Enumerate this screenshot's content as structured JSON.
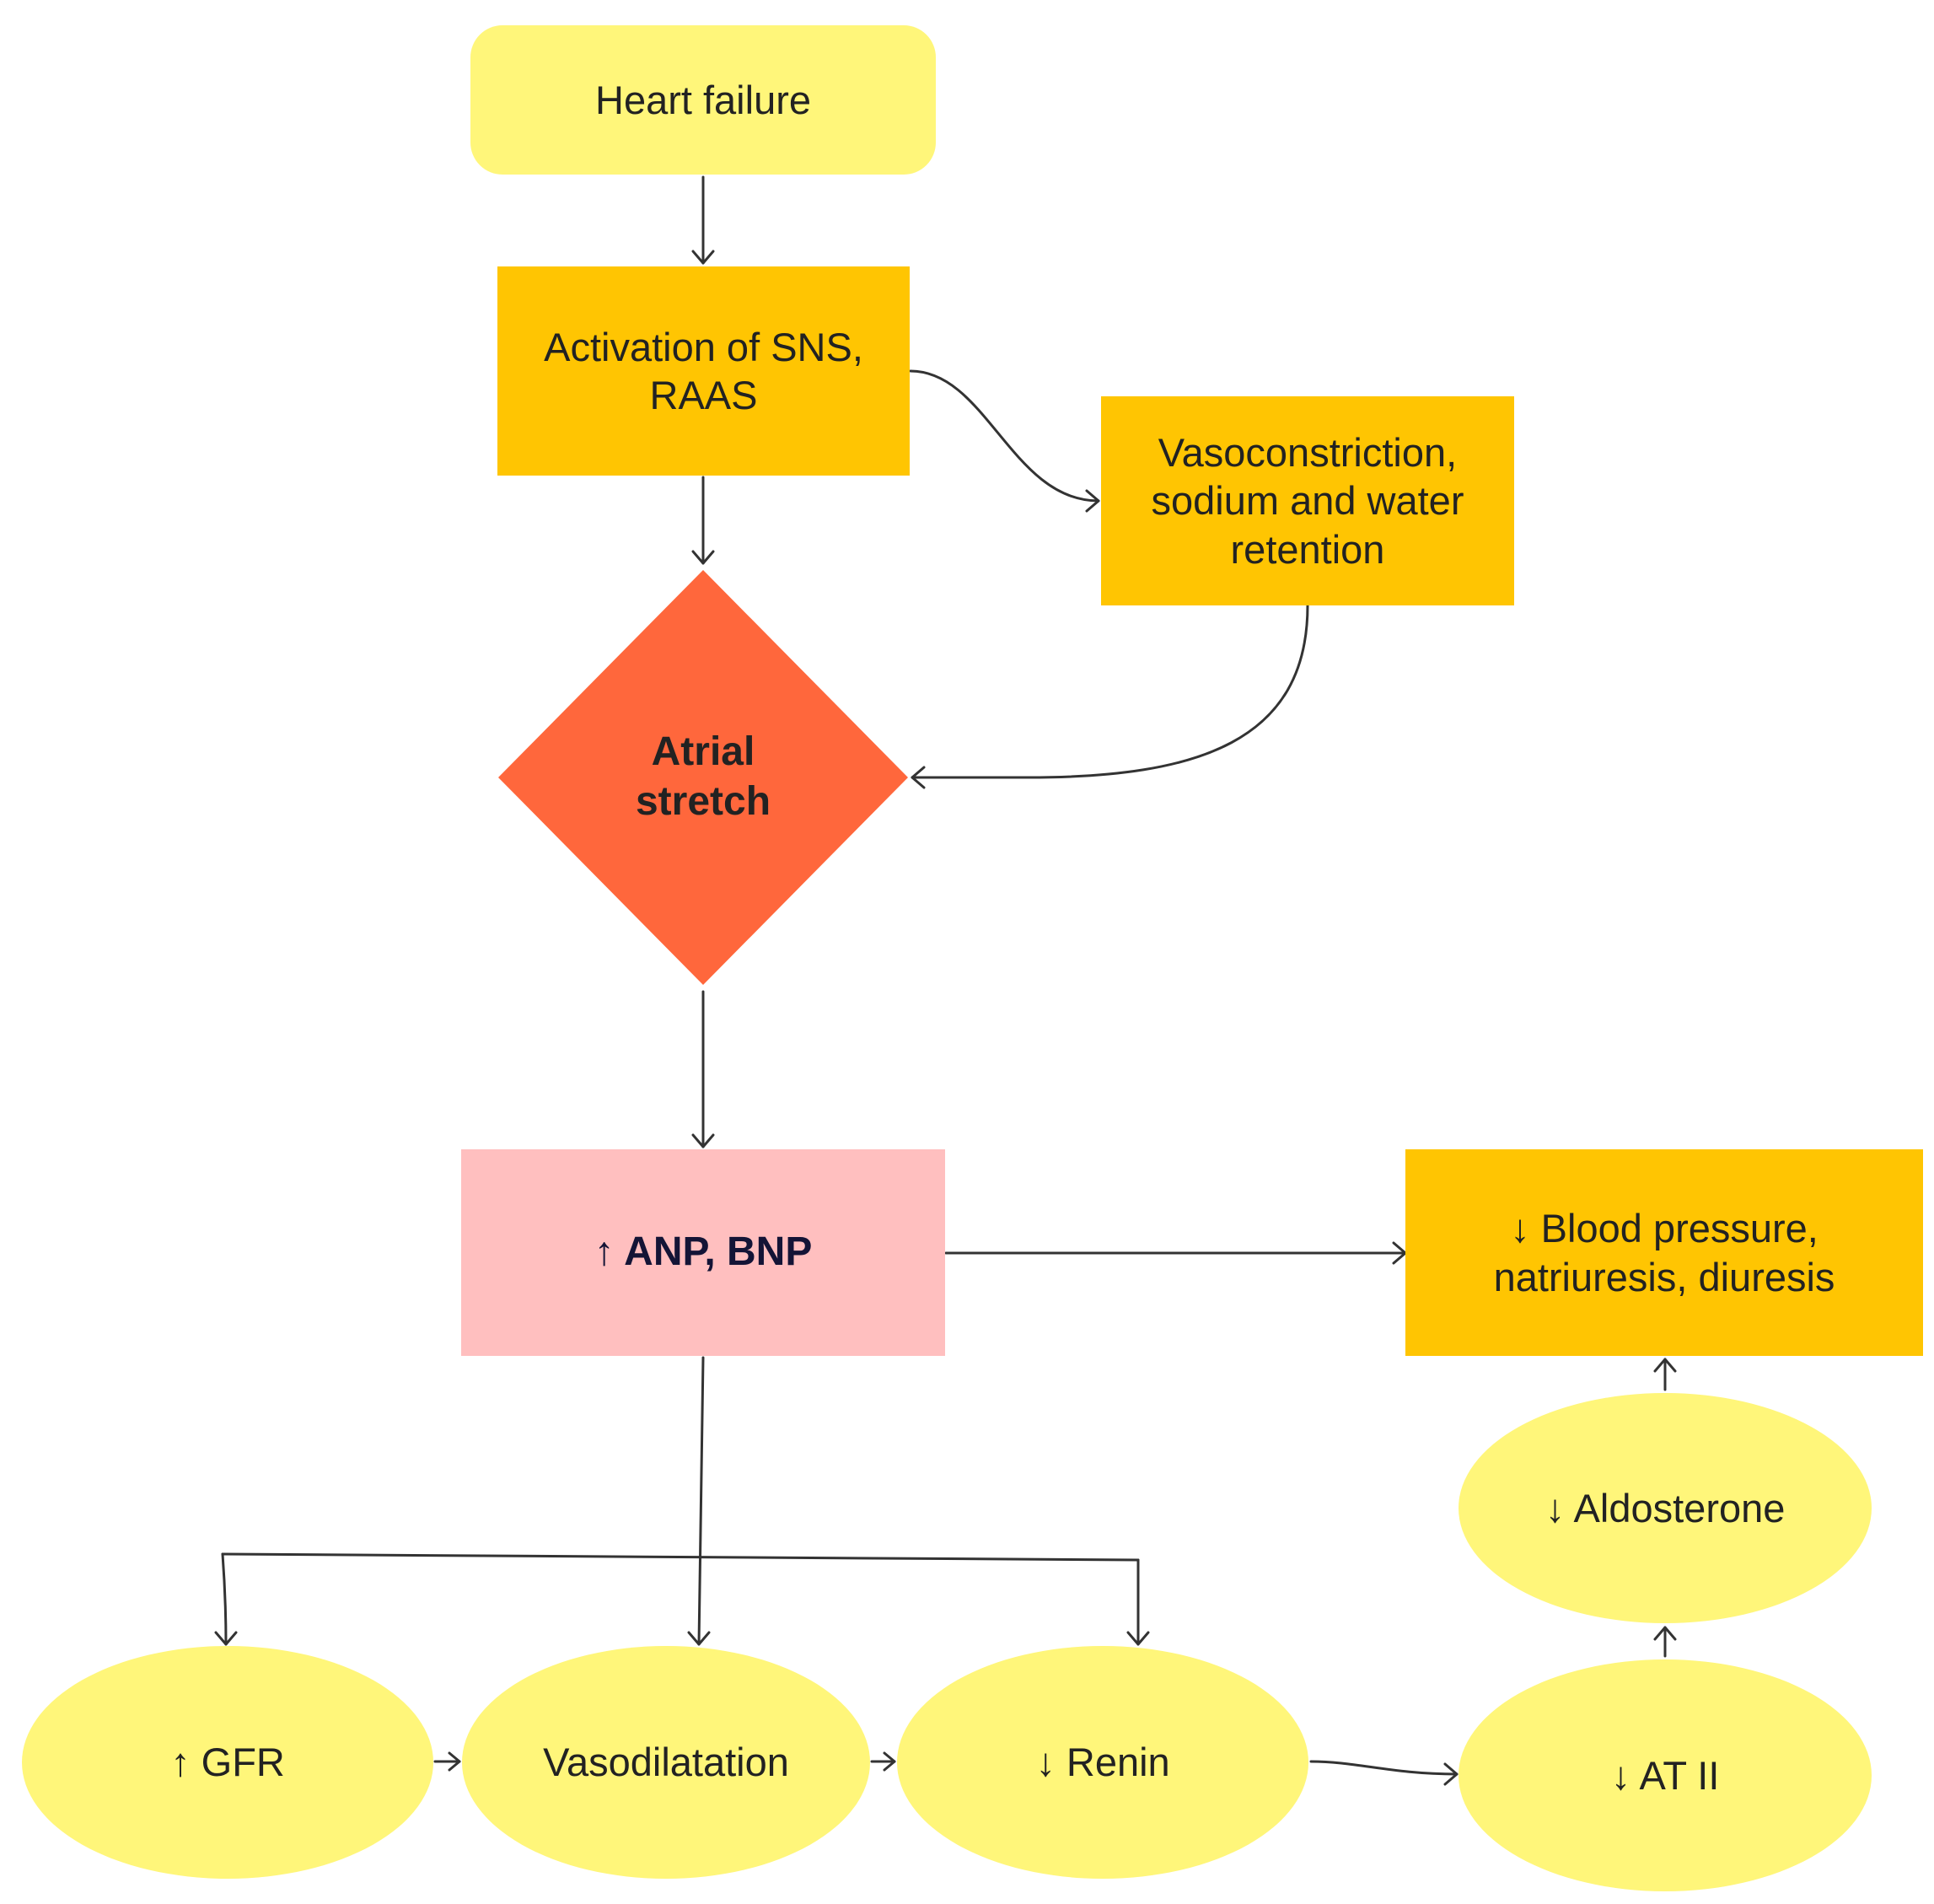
{
  "colors": {
    "light_yellow": "#FFF67A",
    "amber": "#FFC502",
    "orange_red": "#FF673C",
    "pink": "#FFBFBF",
    "line": "#333333",
    "text": "#222222",
    "navy_text": "#141436"
  },
  "nodes": {
    "heart_failure": "Heart failure",
    "activation": "Activation of SNS,\nRAAS",
    "vasoconstriction": "Vasoconstriction,\nsodium and water\nretention",
    "atrial_stretch": "Atrial\nstretch",
    "anp_bnp": "↑ ANP, BNP",
    "blood_pressure": "↓ Blood pressure,\nnatriuresis, diuresis",
    "aldosterone": "↓ Aldosterone",
    "gfr": "↑ GFR",
    "vasodilatation": "Vasodilatation",
    "renin": "↓ Renin",
    "at2": "↓ AT II"
  }
}
